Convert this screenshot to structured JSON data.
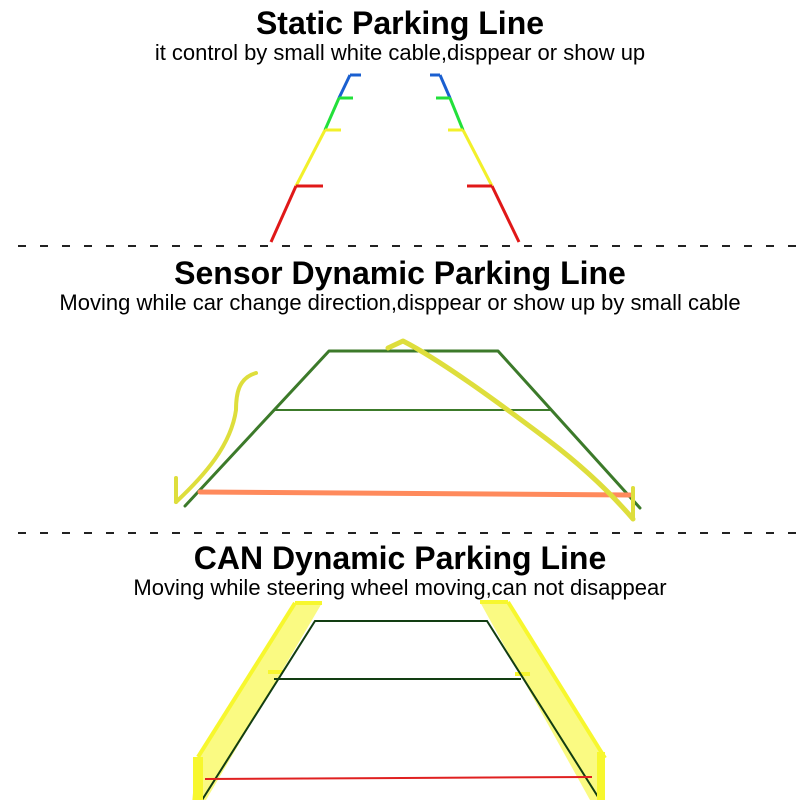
{
  "sections": [
    {
      "title": "Static Parking Line",
      "subtitle": "it control by small white cable,disppear or show up"
    },
    {
      "title": "Sensor Dynamic Parking Line",
      "subtitle": "Moving while car change direction,disppear or show up by small cable"
    },
    {
      "title": "CAN Dynamic Parking Line",
      "subtitle": "Moving while steering wheel moving,can not disappear"
    }
  ],
  "colors": {
    "blue": "#1a5fd0",
    "green": "#22e03a",
    "yellow": "#f2f02a",
    "red": "#e01818",
    "dark_green": "#3c7a2a",
    "curve_yellow": "#dede3c",
    "orange": "#ff8a5c",
    "can_dark": "#123d12",
    "can_yellow": "#f7f72e",
    "can_red": "#e02020",
    "divider": "#222222"
  }
}
